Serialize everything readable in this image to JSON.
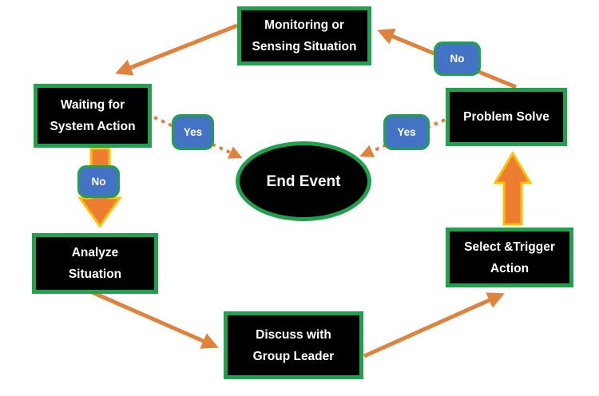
{
  "colors": {
    "node-fill": "#000000",
    "node-border": "#1FA14D",
    "decision-fill": "#4472C4",
    "decision-border": "#1FA14D",
    "arrow": "#E0813C",
    "block-arrow-fill": "#ED7D31",
    "block-arrow-border": "#FFC000",
    "text": "#FFFFFF",
    "background": "#FFFFFF"
  },
  "nodes": {
    "monitoring": {
      "lines": [
        "Monitoring or",
        "Sensing Situation"
      ]
    },
    "waiting": {
      "lines": [
        "Waiting for",
        "System Action"
      ]
    },
    "problem_solve": {
      "lines": [
        "Problem Solve"
      ]
    },
    "end_event": {
      "lines": [
        "End Event"
      ]
    },
    "analyze": {
      "lines": [
        "Analyze",
        "Situation"
      ]
    },
    "select_trigger": {
      "lines": [
        "Select &Trigger",
        "Action"
      ]
    },
    "discuss": {
      "lines": [
        "Discuss with",
        "Group Leader"
      ]
    }
  },
  "edge_labels": {
    "no_waiting_to_analyze": "No",
    "no_problem_to_monitoring": "No",
    "yes_waiting_to_end": "Yes",
    "yes_problem_to_end": "Yes"
  }
}
